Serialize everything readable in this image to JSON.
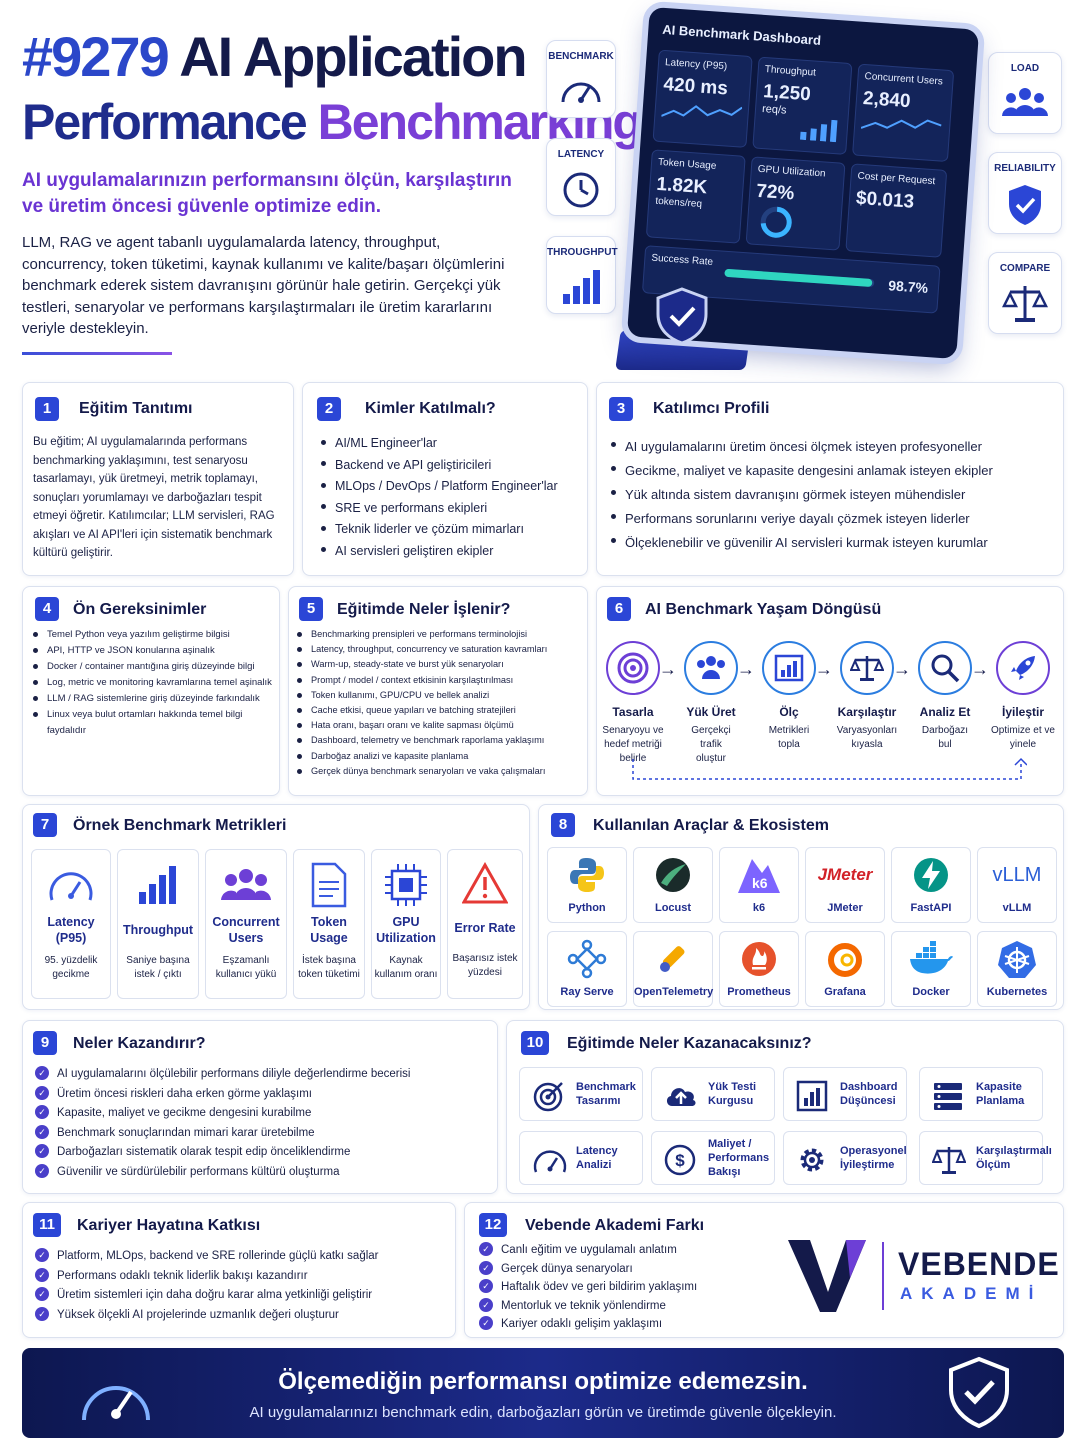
{
  "header": {
    "title_number": "#9279",
    "title_line1": "AI Application",
    "title_line2a": "Performance",
    "title_line2b": "Benchmarking",
    "subtitle": "AI uygulamalarınızın performansını ölçün, karşılaştırın ve üretim öncesi güvenle optimize edin.",
    "intro": "LLM, RAG ve agent tabanlı uygulamalarda latency, throughput, concurrency, token tüketimi, kaynak kullanımı ve kalite/başarı ölçümlerini benchmark ederek sistem davranışını görünür hale getirin. Gerçekçi yük testleri, senaryolar ve performans karşılaştırmaları ile üretim kararlarını veriyle destekleyin."
  },
  "side_badges": {
    "benchmark": "BENCHMARK",
    "latency": "LATENCY",
    "throughput": "THROUGHPUT",
    "load": "LOAD",
    "reliability": "RELIABILITY",
    "compare": "COMPARE"
  },
  "dashboard": {
    "title": "AI Benchmark Dashboard",
    "latency_label": "Latency (P95)",
    "latency_value": "420 ms",
    "throughput_label": "Throughput",
    "throughput_value": "1,250",
    "throughput_unit": "req/s",
    "users_label": "Concurrent Users",
    "users_value": "2,840",
    "token_label": "Token Usage",
    "token_value": "1.82K",
    "token_unit": "tokens/req",
    "gpu_label": "GPU Utilization",
    "gpu_value": "72%",
    "gpu_fraction": 0.72,
    "cost_label": "Cost per Request",
    "cost_value": "$0.013",
    "success_label": "Success Rate",
    "success_value": "98.7%",
    "success_fraction": 0.987
  },
  "s1": {
    "num": "1",
    "title": "Eğitim Tanıtımı",
    "text": "Bu eğitim; AI uygulamalarında performans benchmarking yaklaşımını, test senaryosu tasarlamayı, yük üretmeyi, metrik toplamayı, sonuçları yorumlamayı ve darboğazları tespit etmeyi öğretir. Katılımcılar; LLM servisleri, RAG akışları ve AI API'leri için sistematik benchmark kültürü geliştirir."
  },
  "s2": {
    "num": "2",
    "title": "Kimler Katılmalı?",
    "items": [
      "AI/ML Engineer'lar",
      "Backend ve API geliştiricileri",
      "MLOps / DevOps / Platform Engineer'lar",
      "SRE ve performans ekipleri",
      "Teknik liderler ve çözüm mimarları",
      "AI servisleri geliştiren ekipler"
    ]
  },
  "s3": {
    "num": "3",
    "title": "Katılımcı Profili",
    "items": [
      "AI uygulamalarını üretim öncesi ölçmek isteyen profesyoneller",
      "Gecikme, maliyet ve kapasite dengesini anlamak isteyen ekipler",
      "Yük altında sistem davranışını görmek isteyen mühendisler",
      "Performans sorunlarını veriye dayalı çözmek isteyen liderler",
      "Ölçeklenebilir ve güvenilir AI servisleri kurmak isteyen kurumlar"
    ]
  },
  "s4": {
    "num": "4",
    "title": "Ön Gereksinimler",
    "items": [
      "Temel Python veya yazılım geliştirme bilgisi",
      "API, HTTP ve JSON konularına aşinalık",
      "Docker / container mantığına giriş düzeyinde bilgi",
      "Log, metric ve monitoring kavramlarına temel aşinalık",
      "LLM / RAG sistemlerine giriş düzeyinde farkındalık",
      "Linux veya bulut ortamları hakkında temel bilgi faydalıdır"
    ]
  },
  "s5": {
    "num": "5",
    "title": "Eğitimde Neler İşlenir?",
    "items": [
      "Benchmarking prensipleri ve performans terminolojisi",
      "Latency, throughput, concurrency ve saturation kavramları",
      "Warm-up, steady-state ve burst yük senaryoları",
      "Prompt / model / context etkisinin karşılaştırılması",
      "Token kullanımı, GPU/CPU ve bellek analizi",
      "Cache etkisi, queue yapıları ve batching stratejileri",
      "Hata oranı, başarı oranı ve kalite sapması ölçümü",
      "Dashboard, telemetry ve benchmark raporlama yaklaşımı",
      "Darboğaz analizi ve kapasite planlama",
      "Gerçek dünya benchmark senaryoları ve vaka çalışmaları"
    ]
  },
  "s6": {
    "num": "6",
    "title": "AI Benchmark Yaşam Döngüsü",
    "steps": [
      {
        "name": "Tasarla",
        "desc": "Senaryoyu ve hedef metriği belirle",
        "icon": "target-icon"
      },
      {
        "name": "Yük Üret",
        "desc": "Gerçekçi trafik oluştur",
        "icon": "users-icon"
      },
      {
        "name": "Ölç",
        "desc": "Metrikleri topla",
        "icon": "chart-icon"
      },
      {
        "name": "Karşılaştır",
        "desc": "Varyasyonları kıyasla",
        "icon": "scale-icon"
      },
      {
        "name": "Analiz Et",
        "desc": "Darboğazı bul",
        "icon": "search-icon"
      },
      {
        "name": "İyileştir",
        "desc": "Optimize et ve yinele",
        "icon": "rocket-icon"
      }
    ]
  },
  "s7": {
    "num": "7",
    "title": "Örnek Benchmark Metrikleri",
    "metrics": [
      {
        "name": "Latency (P95)",
        "desc": "95. yüzdelik gecikme",
        "icon": "gauge-icon"
      },
      {
        "name": "Throughput",
        "desc": "Saniye başına istek / çıktı",
        "icon": "bars-icon"
      },
      {
        "name": "Concurrent Users",
        "desc": "Eşzamanlı kullanıcı yükü",
        "icon": "users-icon"
      },
      {
        "name": "Token Usage",
        "desc": "İstek başına token tüketimi",
        "icon": "document-icon"
      },
      {
        "name": "GPU Utilization",
        "desc": "Kaynak kullanım oranı",
        "icon": "chip-icon"
      },
      {
        "name": "Error Rate",
        "desc": "Başarısız istek yüzdesi",
        "icon": "warning-icon"
      }
    ]
  },
  "s8": {
    "num": "8",
    "title": "Kullanılan Araçlar & Ekosistem",
    "tools": [
      {
        "name": "Python",
        "color": "#3b77b5"
      },
      {
        "name": "Locust",
        "color": "#1d6b4f"
      },
      {
        "name": "k6",
        "color": "#7d64ff"
      },
      {
        "name": "JMeter",
        "color": "#d22128"
      },
      {
        "name": "FastAPI",
        "color": "#059487"
      },
      {
        "name": "vLLM",
        "color": "#2b5fd6"
      },
      {
        "name": "Ray Serve",
        "color": "#2e7bd6"
      },
      {
        "name": "OpenTelemetry",
        "color": "#f5a800"
      },
      {
        "name": "Prometheus",
        "color": "#e6522c"
      },
      {
        "name": "Grafana",
        "color": "#f46800"
      },
      {
        "name": "Docker",
        "color": "#2496ed"
      },
      {
        "name": "Kubernetes",
        "color": "#326ce5"
      }
    ],
    "k6_text": "k6",
    "jmeter_text": "JMeter",
    "vllm_text": "vLLM"
  },
  "s9": {
    "num": "9",
    "title": "Neler Kazandırır?",
    "items": [
      "AI uygulamalarını ölçülebilir performans diliyle değerlendirme becerisi",
      "Üretim öncesi riskleri daha erken görme yaklaşımı",
      "Kapasite, maliyet ve gecikme dengesini kurabilme",
      "Benchmark sonuçlarından mimari karar üretebilme",
      "Darboğazları sistematik olarak tespit edip önceliklendirme",
      "Güvenilir ve sürdürülebilir performans kültürü oluşturma"
    ]
  },
  "s10": {
    "num": "10",
    "title": "Eğitimde Neler Kazanacaksınız?",
    "gains": [
      {
        "label": "Benchmark Tasarımı",
        "icon": "target-icon"
      },
      {
        "label": "Yük Testi Kurgusu",
        "icon": "cloud-upload-icon"
      },
      {
        "label": "Dashboard Düşüncesi",
        "icon": "chart-icon"
      },
      {
        "label": "Kapasite Planlama",
        "icon": "server-icon"
      },
      {
        "label": "Latency Analizi",
        "icon": "gauge-icon"
      },
      {
        "label": "Maliyet / Performans Bakışı",
        "icon": "dollar-icon"
      },
      {
        "label": "Operasyonel İyileştirme",
        "icon": "gear-icon"
      },
      {
        "label": "Karşılaştırmalı Ölçüm",
        "icon": "scale-icon"
      }
    ]
  },
  "s11": {
    "num": "11",
    "title": "Kariyer Hayatına Katkısı",
    "items": [
      "Platform, MLOps, backend ve SRE rollerinde güçlü katkı sağlar",
      "Performans odaklı teknik liderlik bakışı kazandırır",
      "Üretim sistemleri için daha doğru karar alma yetkinliği geliştirir",
      "Yüksek ölçekli AI projelerinde uzmanlık değeri oluşturur"
    ]
  },
  "s12": {
    "num": "12",
    "title": "Vebende Akademi Farkı",
    "items": [
      "Canlı eğitim ve uygulamalı anlatım",
      "Gerçek dünya senaryoları",
      "Haftalık ödev ve geri bildirim yaklaşımı",
      "Mentorluk ve teknik yönlendirme",
      "Kariyer odaklı gelişim yaklaşımı"
    ]
  },
  "logo": {
    "line1": "VEBENDE",
    "line2": "AKADEMİ"
  },
  "footer": {
    "headline": "Ölçemediğin performansı optimize edemezsin.",
    "sub": "AI uygulamalarınızı benchmark edin, darboğazları görün ve üretimde güvenle ölçekleyin."
  },
  "colors": {
    "primary": "#2b46d6",
    "purple": "#6d3fd6",
    "navy": "#141a4a"
  }
}
